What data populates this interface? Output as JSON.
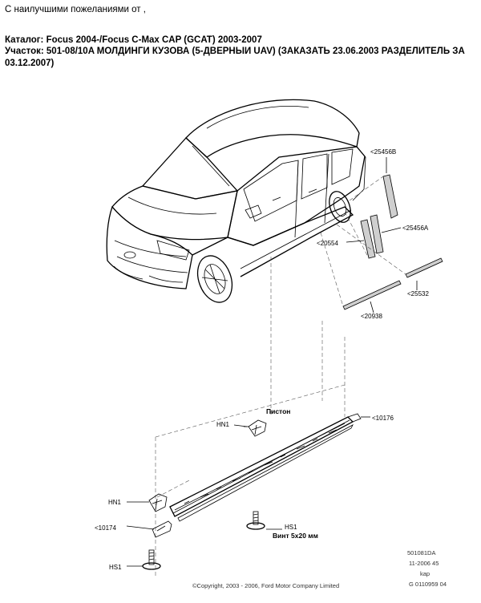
{
  "header": {
    "greeting": "С наилучшими пожеланиями от  ,",
    "catalog": "Каталог: Focus 2004-/Focus C-Max CAP (GCAT) 2003-2007",
    "section": "Участок: 501-08/10A  МОЛДИНГИ КУЗОВА (5-ДВЕРНЫЙ UAV) (ЗАКАЗАТЬ 23.06.2003 РАЗДЕЛИТЕЛЬ ЗА",
    "section_cont": "03.12.2007)"
  },
  "callouts": {
    "p25456b": "<25456B",
    "p25456a": "<25456A",
    "p20554": "<20554",
    "p25532": "<25532",
    "p20938": "<20938",
    "p10176": "<10176",
    "hn1_top": "HN1",
    "hn1_left": "HN1",
    "piston": "Пистон",
    "p10174": "<10174",
    "hs1_right": "HS1",
    "screw": "Винт 5х20 мм",
    "hs1_left": "HS1"
  },
  "footer": {
    "code1": "501081DA",
    "code2": "11-2006 45",
    "code3": "kap",
    "code4": "G 0110959 04",
    "copyright": "©Copyright, 2003 - 2006, Ford Motor Company Limited"
  }
}
